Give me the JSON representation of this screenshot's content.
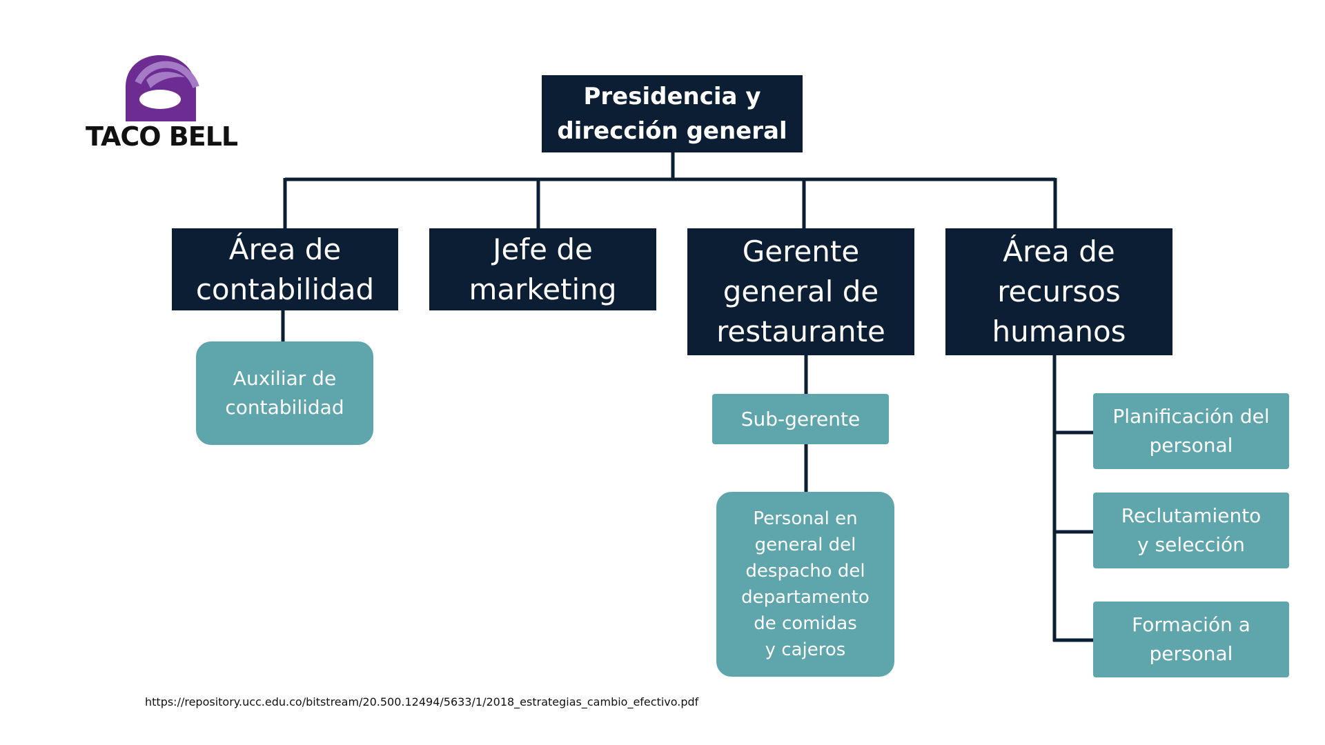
{
  "brand": {
    "name": "TACO BELL",
    "colors": {
      "purple_dark": "#6d2c91",
      "purple_light": "#a57bc6",
      "text": "#111111"
    }
  },
  "colors": {
    "dark_box": "#0c1e34",
    "teal_box": "#5ea5ac",
    "connector": "#0c1e34",
    "box_text": "#ffffff"
  },
  "org": {
    "top": "Presidencia y\ndirección general",
    "departments": {
      "contabilidad": "Área de\ncontabilidad",
      "marketing": "Jefe de\nmarketing",
      "gerente": "Gerente\ngeneral de\nrestaurante",
      "recursos": "Área de\nrecursos\nhumanos"
    },
    "contabilidad_children": {
      "auxiliar": "Auxiliar de\ncontabilidad"
    },
    "gerente_children": {
      "subgerente": "Sub-gerente",
      "personal": "Personal en\ngeneral del\ndespacho del\ndepartamento\nde comidas\ny cajeros"
    },
    "recursos_children": {
      "planificacion": "Planificación del\npersonal",
      "reclutamiento": "Reclutamiento\ny selección",
      "formacion": "Formación a\npersonal"
    }
  },
  "source_url": "https://repository.ucc.edu.co/bitstream/20.500.12494/5633/1/2018_estrategias_cambio_efectivo.pdf"
}
